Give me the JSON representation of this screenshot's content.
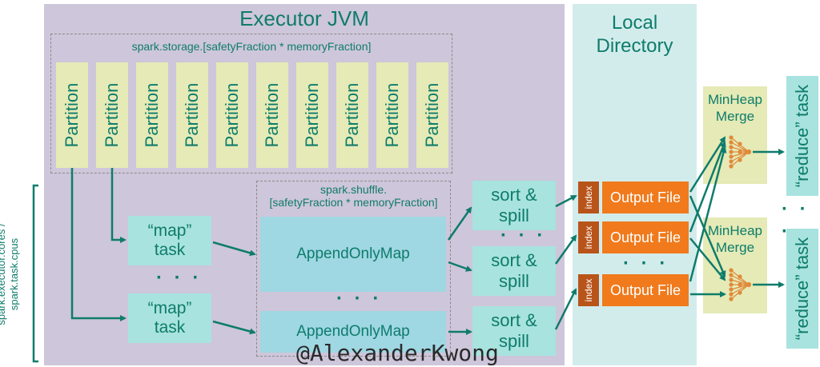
{
  "executor_jvm": {
    "title": "Executor JVM"
  },
  "local_directory": {
    "title_line1": "Local",
    "title_line2": "Directory"
  },
  "storage": {
    "label": "spark.storage.[safetyFraction * memoryFraction]",
    "partitions": [
      "Partition",
      "Partition",
      "Partition",
      "Partition",
      "Partition",
      "Partition",
      "Partition",
      "Partition",
      "Partition",
      "Partition"
    ]
  },
  "shuffle": {
    "label_line1": "spark.shuffle.",
    "label_line2": "[safetyFraction * memoryFraction]",
    "append_only_map_1": "AppendOnlyMap",
    "append_only_map_2": "AppendOnlyMap",
    "ellipsis": "· · ·"
  },
  "map_tasks": {
    "task1_line1": "“map”",
    "task1_line2": "task",
    "task2_line1": "“map”",
    "task2_line2": "task",
    "ellipsis": "· · ·"
  },
  "sort_spill": {
    "box1_line1": "sort &",
    "box1_line2": "spill",
    "box2_line1": "sort &",
    "box2_line2": "spill",
    "box3_line1": "sort &",
    "box3_line2": "spill",
    "ellipsis": "· · ·"
  },
  "output_files": {
    "index_label": "index",
    "file1": "Output File",
    "file2": "Output File",
    "file3": "Output File",
    "ellipsis": "· · ·"
  },
  "merges": {
    "merge1_line1": "MinHeap",
    "merge1_line2": "Merge",
    "merge2_line1": "MinHeap",
    "merge2_line2": "Merge"
  },
  "reduce_tasks": {
    "task1": "“reduce” task",
    "task2": "“reduce” task",
    "ellipsis": "· · ·"
  },
  "side_label": {
    "line1": "spark.executor.cores /",
    "line2": "spark.task.cpus"
  },
  "watermark": "@AlexanderKwong",
  "colors": {
    "jvm_bg": "#cec6da",
    "local_dir_bg": "#d2ecec",
    "partition": "#e5eab6",
    "task": "#a8e3df",
    "append_only_map": "#9fd7e3",
    "output_file": "#f07a1c",
    "index": "#b8541a",
    "arrow": "#0e7c6b",
    "text": "#0e7c6b"
  }
}
